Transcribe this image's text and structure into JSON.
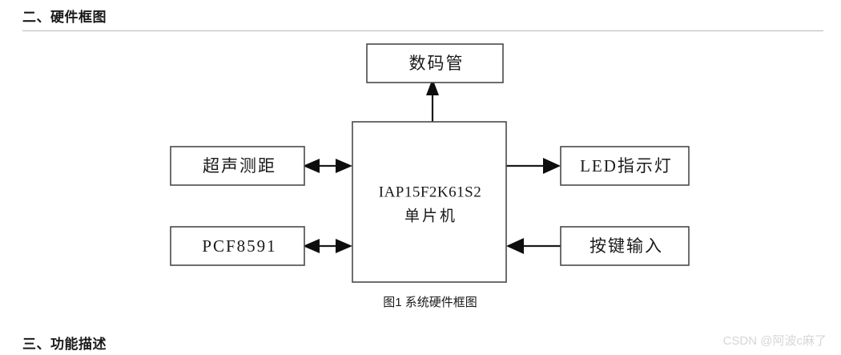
{
  "page": {
    "headings": [
      {
        "id": "hardware",
        "text": "二、硬件框图"
      },
      {
        "id": "function",
        "text": "三、功能描述"
      }
    ],
    "watermark": "CSDN @阿波c麻了"
  },
  "figure": {
    "caption": "图1 系统硬件框图",
    "blocks": {
      "display": "数码管",
      "mcu_line1": "IAP15F2K61S2",
      "mcu_line2": "单片机",
      "ultrasonic": "超声测距",
      "adc": "PCF8591",
      "led": "LED指示灯",
      "keys": "按键输入"
    },
    "connections": [
      {
        "from": "mcu",
        "to": "display",
        "direction": "up",
        "arrows": "single"
      },
      {
        "from": "ultrasonic",
        "to": "mcu",
        "direction": "horizontal",
        "arrows": "double"
      },
      {
        "from": "adc",
        "to": "mcu",
        "direction": "horizontal",
        "arrows": "double"
      },
      {
        "from": "mcu",
        "to": "led",
        "direction": "right",
        "arrows": "single"
      },
      {
        "from": "keys",
        "to": "mcu",
        "direction": "left",
        "arrows": "single"
      }
    ]
  },
  "colors": {
    "box_border": "#4a4a4a",
    "arrow": "#1a1a1a",
    "heading_text": "#1a1a1a",
    "rule": "#b8b8b8",
    "watermark": "#d6d6d6",
    "background": "#ffffff"
  }
}
